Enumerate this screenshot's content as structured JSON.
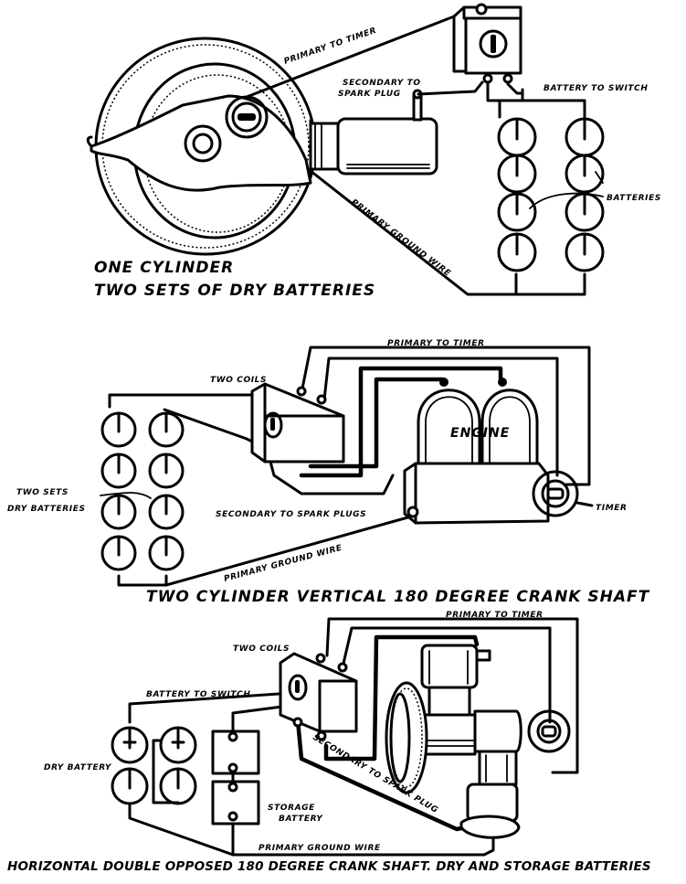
{
  "figure": {
    "type": "wiring diagrams",
    "ink_color": "#000000",
    "paper_color": "#ffffff"
  },
  "diagram1": {
    "caption_line1": "ONE CYLINDER",
    "caption_line2": "TWO SETS OF DRY BATTERIES",
    "labels": {
      "primary_to_timer": "PRIMARY TO TIMER",
      "secondary_line1": "SECONDARY TO",
      "secondary_line2": "SPARK PLUG",
      "battery_to_switch": "BATTERY TO SWITCH",
      "batteries": "BATTERIES",
      "primary_ground_wire": "PRIMARY GROUND WIRE"
    }
  },
  "diagram2": {
    "caption": "TWO CYLINDER VERTICAL 180 DEGREE CRANK SHAFT",
    "labels": {
      "primary_to_timer": "PRIMARY TO TIMER",
      "two_coils": "TWO COILS",
      "engine": "ENGINE",
      "two_sets_line1": "TWO SETS",
      "two_sets_line2": "DRY BATTERIES",
      "secondary_to_spark_plugs": "SECONDARY TO SPARK PLUGS",
      "primary_ground_wire": "PRIMARY GROUND WIRE",
      "timer": "TIMER"
    }
  },
  "diagram3": {
    "caption": "HORIZONTAL DOUBLE OPPOSED 180 DEGREE CRANK SHAFT. DRY AND STORAGE BATTERIES",
    "labels": {
      "primary_to_timer": "PRIMARY TO TIMER",
      "two_coils": "TWO COILS",
      "battery_to_switch": "BATTERY TO SWITCH",
      "dry_battery": "DRY BATTERY",
      "storage_line1": "STORAGE",
      "storage_line2": "BATTERY",
      "secondary_to_spark_plug": "SECONDARY TO SPARK PLUG",
      "primary_ground_wire": "PRIMARY GROUND WIRE"
    }
  }
}
